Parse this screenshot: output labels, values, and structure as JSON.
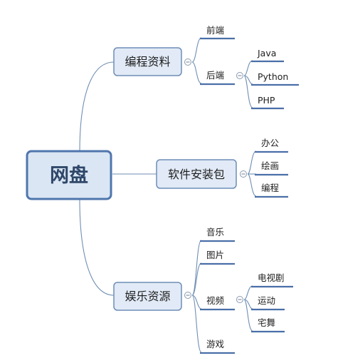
{
  "root": {
    "label": "网盘"
  },
  "branches": [
    {
      "label": "编程资料",
      "children": [
        {
          "label": "前端",
          "children": []
        },
        {
          "label": "后端",
          "children": [
            {
              "label": "Java"
            },
            {
              "label": "Python"
            },
            {
              "label": "PHP"
            }
          ]
        }
      ]
    },
    {
      "label": "软件安装包",
      "children": [
        {
          "label": "办公",
          "children": []
        },
        {
          "label": "绘画",
          "children": []
        },
        {
          "label": "编程",
          "children": []
        }
      ]
    },
    {
      "label": "娱乐资源",
      "children": [
        {
          "label": "音乐",
          "children": []
        },
        {
          "label": "图片",
          "children": []
        },
        {
          "label": "视频",
          "children": [
            {
              "label": "电视剧"
            },
            {
              "label": "运动"
            },
            {
              "label": "宅舞"
            }
          ]
        },
        {
          "label": "游戏",
          "children": []
        }
      ]
    }
  ]
}
